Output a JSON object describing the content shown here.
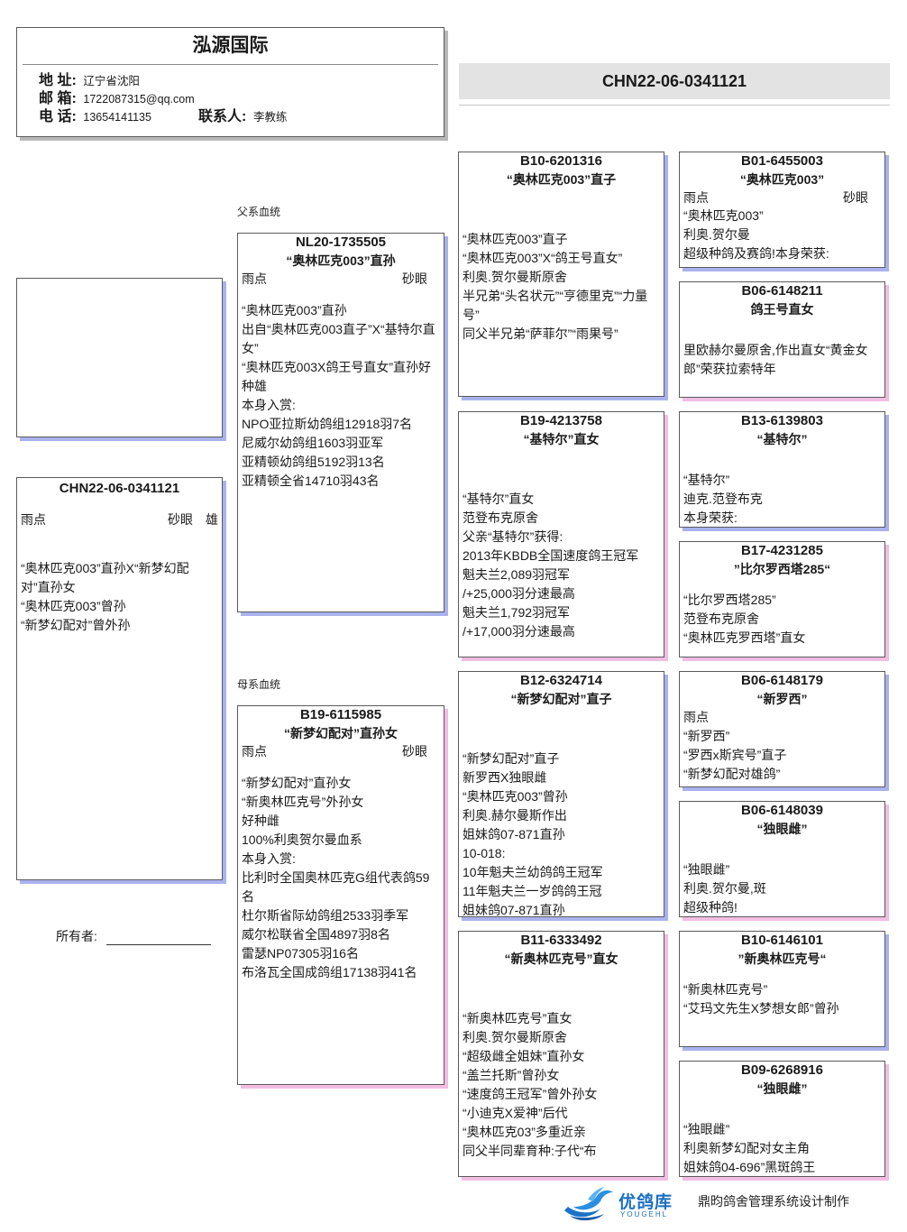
{
  "club": {
    "name": "泓源国际",
    "address_label": "地 址:",
    "address": "辽宁省沈阳",
    "email_label": "邮 箱:",
    "email": "1722087315@qq.com",
    "phone_label": "电 话:",
    "phone": "13654141135",
    "contact_label": "联系人:",
    "contact": "李教练"
  },
  "top_ring": "CHN22-06-0341121",
  "main_bird": {
    "ring": "CHN22-06-0341121",
    "color": "雨点",
    "eye": "砂眼",
    "sex": "雄",
    "desc": "“奥林匹克003”直孙X“新梦幻配对”直孙女\n“奥林匹克003”曾孙\n“新梦幻配对”曾外孙"
  },
  "owner_label": "所有者:",
  "labels": {
    "sire_line": "父系血统",
    "dam_line": "母系血统"
  },
  "sire": {
    "ring": "NL20-1735505",
    "name": "“奥林匹克003”直孙",
    "color": "雨点",
    "eye": "砂眼",
    "desc": "“奥林匹克003”直孙\n出自“奥林匹克003直子”X“基特尔直女”\n“奥林匹克003X鸽王号直女”直孙好种雄\n本身入赏:\nNPO亚拉斯幼鸽组12918羽7名\n尼威尔幼鸽组1603羽亚军\n亚精顿幼鸽组5192羽13名\n亚精顿全省14710羽43名"
  },
  "dam": {
    "ring": "B19-6115985",
    "name": "“新梦幻配对”直孙女",
    "color": "雨点",
    "eye": "砂眼",
    "desc": "“新梦幻配对”直孙女\n“新奥林匹克号”外孙女\n好种雌\n100%利奥贺尔曼血系\n本身入赏:\n比利时全国奥林匹克G组代表鸽59名\n杜尔斯省际幼鸽组2533羽季军\n威尔松联省全国4897羽8名\n雷瑟NP07305羽16名\n布洛瓦全国成鸽组17138羽41名"
  },
  "gen3": [
    {
      "ring": "B10-6201316",
      "name": "“奥林匹克003”直子",
      "desc": "“奥林匹克003”直子\n“奥林匹克003”X“鸽王号直女”\n利奥.贺尔曼斯原舍\n半兄弟“头名状元”“亨德里克”“力量号”\n同父半兄弟“萨菲尔”“雨果号”"
    },
    {
      "ring": "B19-4213758",
      "name": "“基特尔”直女",
      "desc": "“基特尔”直女\n范登布克原舍\n父亲“基特尔”获得:\n2013年KBDB全国速度鸽王冠军\n魁夫兰2,089羽冠军\n/+25,000羽分速最高\n魁夫兰1,792羽冠军\n/+17,000羽分速最高"
    },
    {
      "ring": "B12-6324714",
      "name": "“新梦幻配对”直子",
      "desc": "“新梦幻配对”直子\n新罗西X独眼雌\n“奥林匹克003”曾孙\n利奥.赫尔曼斯作出\n姐妹鸽07-871直孙\n10-018:\n10年魁夫兰幼鸽鸽王冠军\n11年魁夫兰一岁鸽鸽王冠\n姐妹鸽07-871直孙"
    },
    {
      "ring": "B11-6333492",
      "name": "“新奥林匹克号”直女",
      "desc": "“新奥林匹克号”直女\n利奥.贺尔曼斯原舍\n“超级雌全姐妹”直孙女\n“盖兰托斯”曾孙女\n“速度鸽王冠军”曾外孙女\n“小迪克X爱神”后代\n“奥林匹克03”多重近亲\n同父半同辈育种:子代“布"
    }
  ],
  "gen4": [
    {
      "ring": "B01-6455003",
      "name": "“奥林匹克003”",
      "color": "雨点",
      "eye": "砂眼",
      "desc": "“奥林匹克003”\n利奥.贺尔曼\n超级种鸽及赛鸽!本身荣获:"
    },
    {
      "ring": "B06-6148211",
      "name": "鸽王号直女",
      "desc": "里欧赫尔曼原舍,作出直女“黄金女郎”荣获拉索特年"
    },
    {
      "ring": "B13-6139803",
      "name": "“基特尔”",
      "desc": "“基特尔”\n迪克.范登布克\n本身荣获:"
    },
    {
      "ring": "B17-4231285",
      "name": "”比尔罗西塔285“",
      "desc": "“比尔罗西塔285”\n范登布克原舍\n“奥林匹克罗西塔”直女"
    },
    {
      "ring": "B06-6148179",
      "name": "“新罗西”",
      "color": "雨点",
      "desc": "“新罗西”\n“罗西x斯宾号”直子\n“新梦幻配对雄鸽”"
    },
    {
      "ring": "B06-6148039",
      "name": "“独眼雌”",
      "desc": "“独眼雌”\n利奥.贺尔曼,斑\n超级种鸽!"
    },
    {
      "ring": "B10-6146101",
      "name": "”新奥林匹克号“",
      "desc": "“新奥林匹克号”\n“艾玛文先生X梦想女郎”曾孙"
    },
    {
      "ring": "B09-6268916",
      "name": "“独眼雌”",
      "desc": "“独眼雌”\n利奥新梦幻配对女主角\n姐妹鸽04-696”黑斑鸽王"
    }
  ],
  "footer": {
    "logo_text": "优鸽库",
    "logo_sub": "YOUGEHL",
    "credit": "鼎昀鸽舍管理系统设计制作"
  }
}
